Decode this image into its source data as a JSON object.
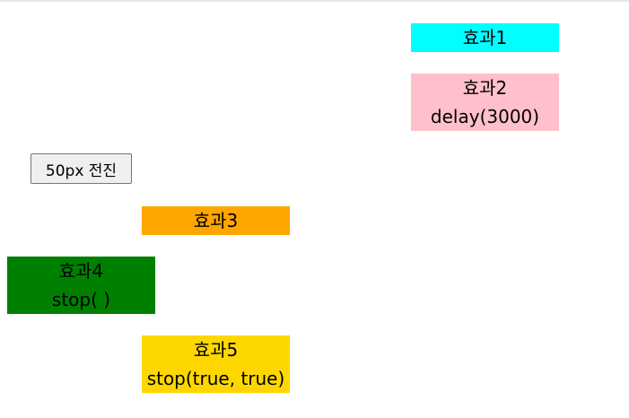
{
  "colors": {
    "box1": "#00ffff",
    "box2": "#ffc0cb",
    "box3": "#ffa500",
    "box4": "#008000",
    "box5": "#ffd700"
  },
  "button": {
    "label": "50px 전진"
  },
  "boxes": {
    "box1": {
      "title": "효과1"
    },
    "box2": {
      "title": "효과2",
      "caption": "delay(3000)"
    },
    "box3": {
      "title": "효과3"
    },
    "box4": {
      "title": "효과4",
      "caption": "stop( )"
    },
    "box5": {
      "title": "효과5",
      "caption": "stop(true, true)"
    }
  }
}
